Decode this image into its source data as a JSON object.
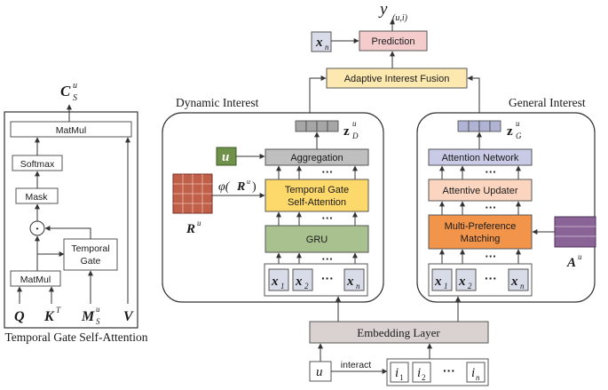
{
  "output_label": "y",
  "output_sub": "(u,i)",
  "xn_label": "x",
  "xn_sub": "n",
  "prediction": "Prediction",
  "fusion": "Adaptive Interest Fusion",
  "dynamic_title": "Dynamic Interest",
  "general_title": "General Interest",
  "zd_label": "z",
  "zd_sup": "u",
  "zd_sub": "D",
  "zg_label": "z",
  "zg_sup": "u",
  "zg_sub": "G",
  "u_label": "u",
  "aggregation": "Aggregation",
  "tgsa_line1": "Temporal Gate",
  "tgsa_line2": "Self-Attention",
  "phi_label": "φ(",
  "phi_r": "R",
  "phi_sup": "u",
  "phi_close": ")",
  "r_label": "R",
  "r_sup": "u",
  "gru": "GRU",
  "dyn_seq": [
    {
      "base": "x",
      "sub": "1"
    },
    {
      "base": "x",
      "sub": "2"
    },
    {
      "base": "···",
      "sub": ""
    },
    {
      "base": "x",
      "sub": "n"
    }
  ],
  "gen_seq": [
    {
      "base": "x",
      "sub": "1"
    },
    {
      "base": "x",
      "sub": "2"
    },
    {
      "base": "···",
      "sub": ""
    },
    {
      "base": "x",
      "sub": "n"
    }
  ],
  "attention_network": "Attention Network",
  "attentive_updater": "Attentive Updater",
  "mpm_line1": "Multi-Preference",
  "mpm_line2": "Matching",
  "a_label": "A",
  "a_sup": "u",
  "embedding": "Embedding Layer",
  "interact": "interact",
  "user_input": "u",
  "items": [
    {
      "base": "i",
      "sub": "1"
    },
    {
      "base": "i",
      "sub": "2"
    },
    {
      "base": "···",
      "sub": ""
    },
    {
      "base": "i",
      "sub": "n"
    }
  ],
  "dots": "···",
  "left": {
    "caption": "Temporal Gate Self-Attention",
    "cs_label": "C",
    "cs_sup": "u",
    "cs_sub": "S",
    "matmul_top": "MatMul",
    "softmax": "Softmax",
    "mask": "Mask",
    "dot_op": "·",
    "temporal_gate_line1": "Temporal",
    "temporal_gate_line2": "Gate",
    "matmul_bottom": "MatMul",
    "q": "Q",
    "k": "K",
    "k_sup": "T",
    "m": "M",
    "m_sup": "u",
    "m_sub": "S",
    "v": "V"
  },
  "colors": {
    "prediction": "#f4cccc",
    "fusion": "#fde9b0",
    "aggregation": "#bfbfbf",
    "tgsa": "#fdd86a",
    "gru": "#a9c08f",
    "u_box": "#70914a",
    "r_matrix": "#c0604a",
    "attention_network": "#c9cbe6",
    "attentive_updater": "#fbd5c0",
    "mpm": "#f2944a",
    "a_matrix": "#8a6496",
    "embedding": "#d9d2d0",
    "seq_cell": "#d8dbe8"
  }
}
